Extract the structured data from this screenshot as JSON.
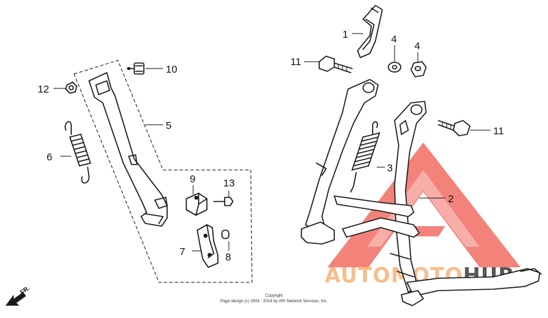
{
  "callouts": [
    {
      "id": "1",
      "label": "1"
    },
    {
      "id": "2",
      "label": "2"
    },
    {
      "id": "3",
      "label": "3"
    },
    {
      "id": "4a",
      "label": "4"
    },
    {
      "id": "4b",
      "label": "4"
    },
    {
      "id": "5",
      "label": "5"
    },
    {
      "id": "6",
      "label": "6"
    },
    {
      "id": "7",
      "label": "7"
    },
    {
      "id": "8",
      "label": "8"
    },
    {
      "id": "9",
      "label": "9"
    },
    {
      "id": "10",
      "label": "10"
    },
    {
      "id": "11a",
      "label": "11"
    },
    {
      "id": "11b",
      "label": "11"
    },
    {
      "id": "12",
      "label": "12"
    },
    {
      "id": "13",
      "label": "13"
    }
  ],
  "direction_label": "FR.",
  "copyright": {
    "line1": "Copyright",
    "line2": "Page design (c) 2004 - 2014 by ARI Network Services, Inc."
  },
  "watermark": {
    "part1": "AUTOMOTO",
    "part2": "HUB",
    "color_orange": "#f7b27a",
    "color_red": "#f0706a",
    "color_dark": "#3a3a3a"
  }
}
